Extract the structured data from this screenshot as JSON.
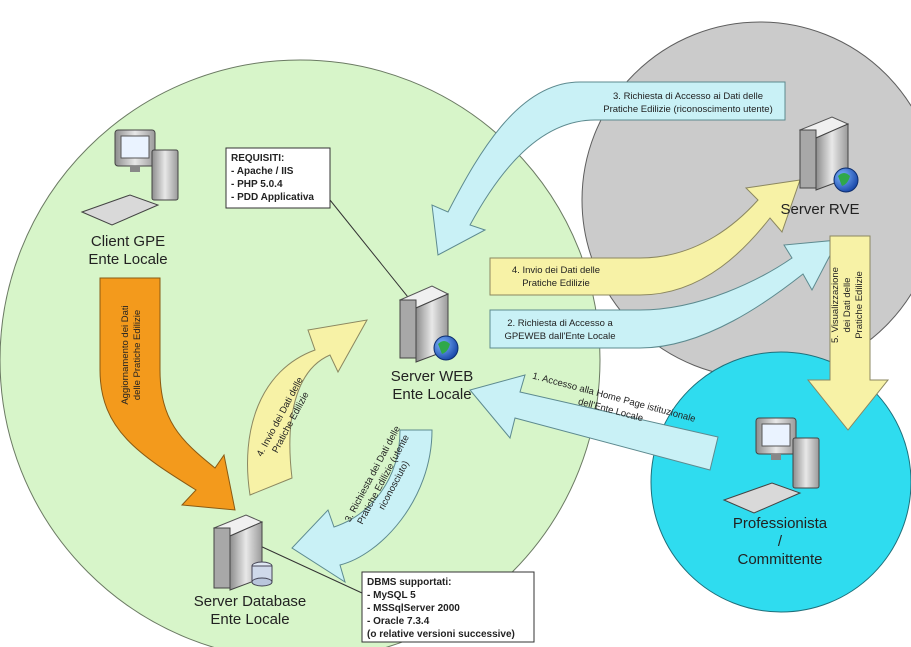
{
  "colors": {
    "local_area": "#d7f5c9",
    "rve_area": "#cbcbcb",
    "prof_area": "#2fdcef",
    "arrow_cyan": "#c9f1f6",
    "arrow_yellow": "#f7f2a6",
    "arrow_orange": "#f39a1c"
  },
  "nodes": {
    "client_gpe": [
      "Client GPE",
      "Ente Locale"
    ],
    "server_web": [
      "Server WEB",
      "Ente Locale"
    ],
    "server_db": [
      "Server Database",
      "Ente Locale"
    ],
    "server_rve": [
      "Server RVE"
    ],
    "professionista": [
      "Professionista",
      "/",
      "Committente"
    ]
  },
  "boxes": {
    "requisiti": {
      "title": "REQUISITI:",
      "items": [
        "- Apache / IIS",
        "- PHP 5.0.4",
        "- PDD Applicativa"
      ]
    },
    "dbms": {
      "title": "DBMS supportati:",
      "items": [
        "- MySQL 5",
        "- MSSqlServer 2000",
        "- Oracle 7.3.4",
        "(o relative versioni successive)"
      ]
    }
  },
  "arrows": {
    "a1": [
      "1. Accesso alla Home Page istituzionale",
      "dell'Ente Locale"
    ],
    "a2": [
      "2. Richiesta di Accesso a",
      "GPEWEB dall'Ente Locale"
    ],
    "a3_top": [
      "3. Richiesta di Accesso ai Dati delle",
      "Pratiche Edilizie (riconoscimento utente)"
    ],
    "a3_db": [
      "3. Richiesta dei Dati delle",
      "Pratiche Edilizie (utente",
      "riconosciuto)"
    ],
    "a4_top": [
      "4. Invio dei Dati delle",
      "Pratiche Edilizie"
    ],
    "a4_db": [
      "4. Invio dei Dati delle",
      "Pratiche Edilizie"
    ],
    "a5": [
      "5. Visualizzazione",
      "dei Dati delle",
      "Pratiche Edilizie"
    ],
    "orange": [
      "Aggiornamento dei Dati",
      "delle Pratiche Edilizie"
    ]
  }
}
